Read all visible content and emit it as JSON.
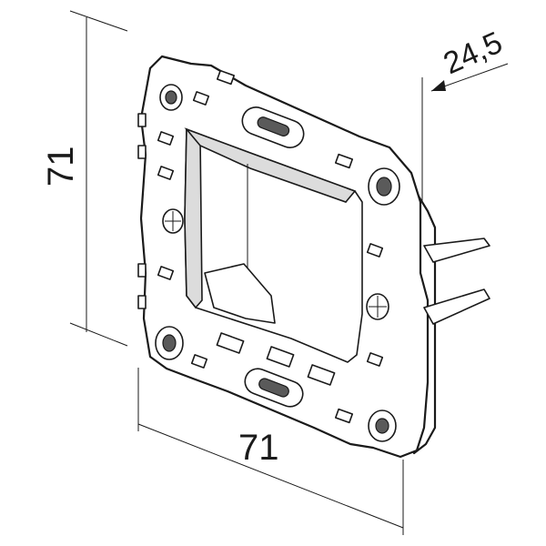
{
  "drawing": {
    "height_label": "71",
    "width_label": "71",
    "depth_label": "24,5"
  },
  "colors": {
    "line": "#1a1a1a",
    "background": "#ffffff",
    "shade": "#dcdcdc"
  }
}
